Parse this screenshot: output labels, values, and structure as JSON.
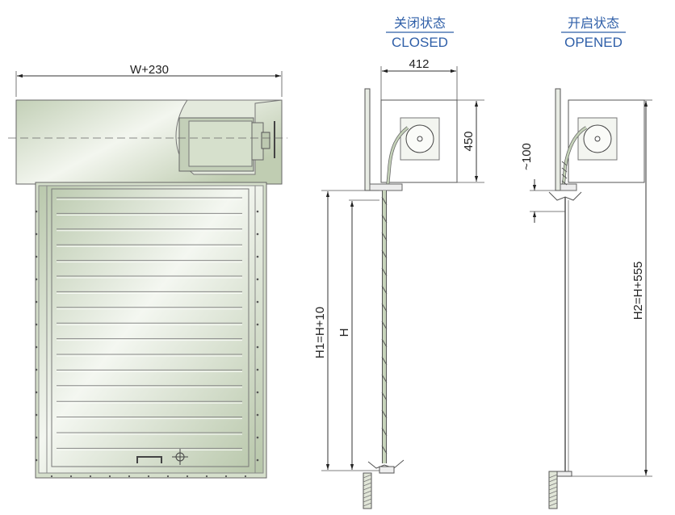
{
  "header_closed": {
    "cn": "关闭状态",
    "en": "CLOSED"
  },
  "header_opened": {
    "cn": "开启状态",
    "en": "OPENED"
  },
  "dimensions": {
    "width": "W+230",
    "box_depth": "412",
    "box_height": "450",
    "h1": "H1=H+10",
    "h": "H",
    "clearance": "~100",
    "h2": "H2=H+555"
  },
  "colors": {
    "heading": "#2f5fa8",
    "panel": "#c9d6bf",
    "panel_light": "#eef2ea"
  }
}
